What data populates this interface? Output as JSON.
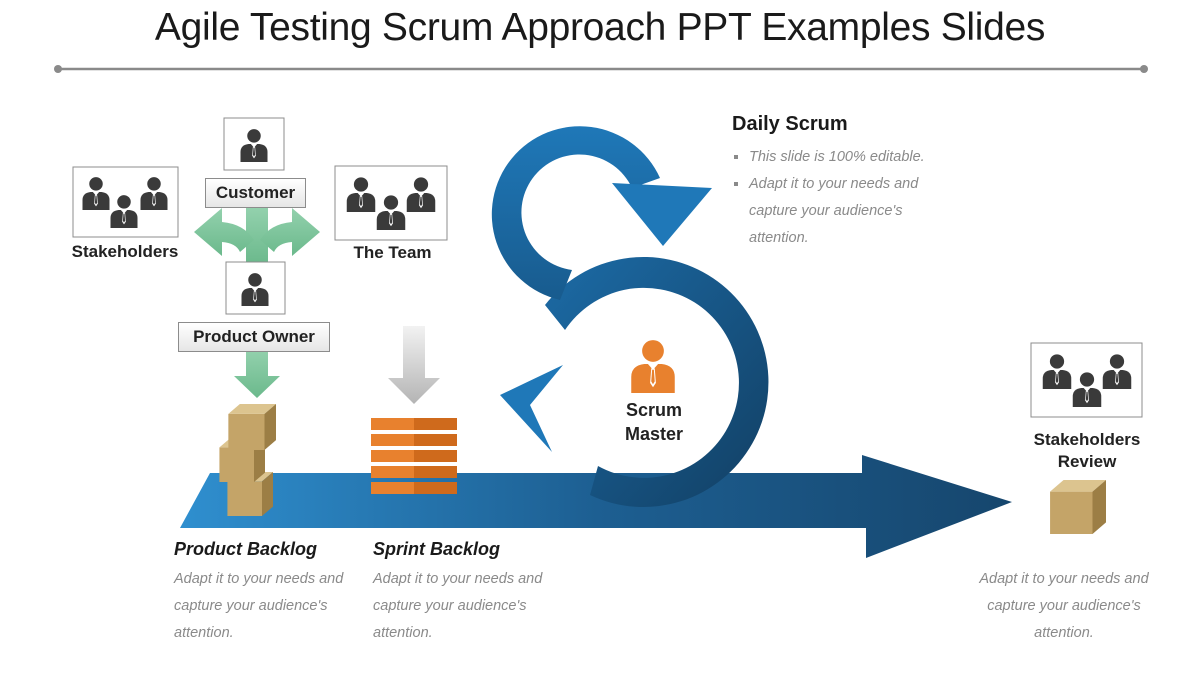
{
  "slide": {
    "title": "Agile Testing Scrum Approach PPT Examples Slides",
    "roles": {
      "customer": "Customer",
      "stakeholders": "Stakeholders",
      "the_team": "The Team",
      "product_owner": "Product Owner",
      "scrum_master_line1": "Scrum",
      "scrum_master_line2": "Master",
      "stakeholders_review_line1": "Stakeholders",
      "stakeholders_review_line2": "Review"
    },
    "daily_scrum": {
      "heading": "Daily Scrum",
      "bullets": [
        "This slide is 100% editable.",
        "Adapt it to your needs and capture your audience's attention."
      ]
    },
    "product_backlog": {
      "heading": "Product Backlog",
      "lines": [
        "Adapt it to your needs and",
        "capture your audience's",
        "attention."
      ]
    },
    "sprint_backlog": {
      "heading": "Sprint Backlog",
      "lines": [
        "Adapt it to your needs and",
        "capture your audience's",
        "attention."
      ]
    },
    "review": {
      "lines": [
        "Adapt it to your needs and",
        "capture your audience's",
        "attention."
      ]
    },
    "icons": {
      "person": "person-icon",
      "group": "group-icon",
      "box": "box-icon"
    },
    "colors": {
      "blue": "#1f6da6",
      "dark_blue": "#16466d",
      "green": "#7cc49a",
      "orange": "#e8812e",
      "box_tan": "#c4a468",
      "grey_arrow": "#c8c8c8"
    }
  }
}
